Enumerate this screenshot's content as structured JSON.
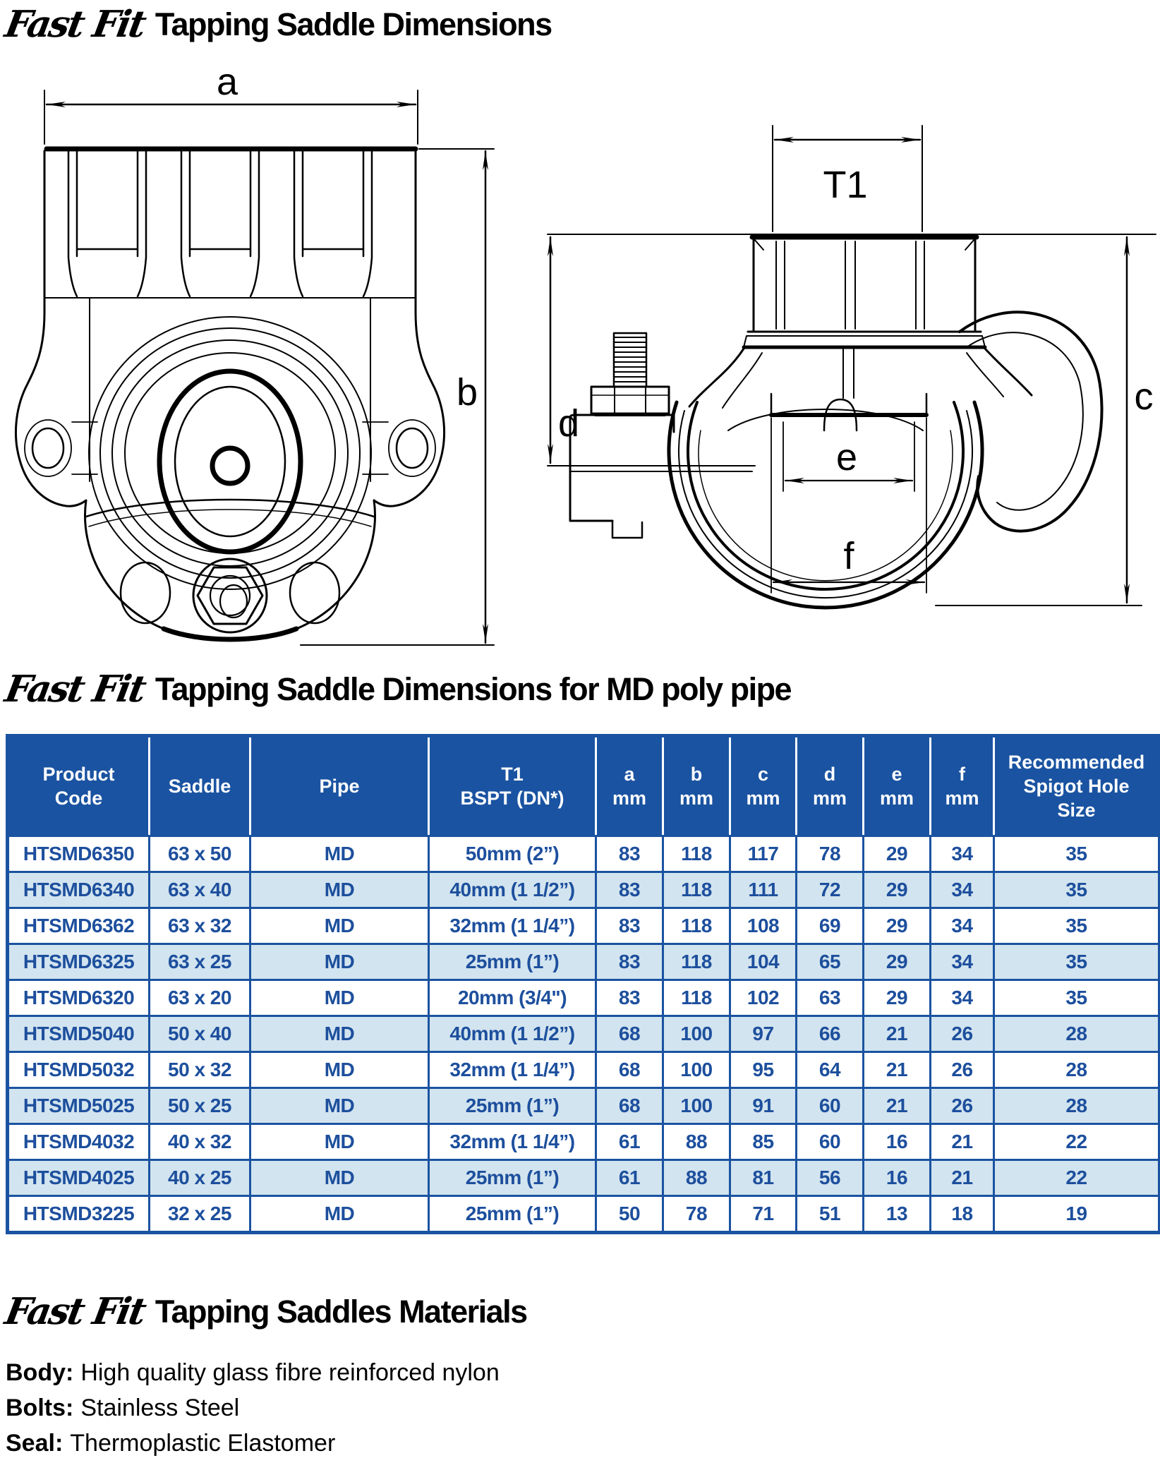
{
  "titles": {
    "main": {
      "brand": "Fast Fit",
      "text": "Tapping Saddle Dimensions"
    },
    "table_section": {
      "brand": "Fast Fit",
      "text": "Tapping Saddle Dimensions for MD poly pipe"
    },
    "materials_section": {
      "brand": "Fast Fit",
      "text": "Tapping Saddles Materials"
    }
  },
  "diagram": {
    "front_view": {
      "a": "a",
      "b": "b"
    },
    "side_view": {
      "T1": "T1",
      "c": "c",
      "d": "d",
      "e": "e",
      "f": "f"
    }
  },
  "table": {
    "headers": [
      "Product\nCode",
      "Saddle",
      "Pipe",
      "T1\nBSPT (DN*)",
      "a\nmm",
      "b\nmm",
      "c\nmm",
      "d\nmm",
      "e\nmm",
      "f\nmm",
      "Recommended\nSpigot Hole\nSize"
    ],
    "rows": [
      [
        "HTSMD6350",
        "63 x 50",
        "MD",
        "50mm (2”)",
        "83",
        "118",
        "117",
        "78",
        "29",
        "34",
        "35"
      ],
      [
        "HTSMD6340",
        "63 x 40",
        "MD",
        "40mm (1 1/2”)",
        "83",
        "118",
        "111",
        "72",
        "29",
        "34",
        "35"
      ],
      [
        "HTSMD6362",
        "63 x 32",
        "MD",
        "32mm (1 1/4”)",
        "83",
        "118",
        "108",
        "69",
        "29",
        "34",
        "35"
      ],
      [
        "HTSMD6325",
        "63 x 25",
        "MD",
        "25mm (1”)",
        "83",
        "118",
        "104",
        "65",
        "29",
        "34",
        "35"
      ],
      [
        "HTSMD6320",
        "63 x 20",
        "MD",
        "20mm (3/4\")",
        "83",
        "118",
        "102",
        "63",
        "29",
        "34",
        "35"
      ],
      [
        "HTSMD5040",
        "50 x 40",
        "MD",
        "40mm (1 1/2”)",
        "68",
        "100",
        "97",
        "66",
        "21",
        "26",
        "28"
      ],
      [
        "HTSMD5032",
        "50 x 32",
        "MD",
        "32mm (1 1/4”)",
        "68",
        "100",
        "95",
        "64",
        "21",
        "26",
        "28"
      ],
      [
        "HTSMD5025",
        "50 x 25",
        "MD",
        "25mm (1”)",
        "68",
        "100",
        "91",
        "60",
        "21",
        "26",
        "28"
      ],
      [
        "HTSMD4032",
        "40 x 32",
        "MD",
        "32mm (1 1/4”)",
        "61",
        "88",
        "85",
        "60",
        "16",
        "21",
        "22"
      ],
      [
        "HTSMD4025",
        "40 x 25",
        "MD",
        "25mm (1”)",
        "61",
        "88",
        "81",
        "56",
        "16",
        "21",
        "22"
      ],
      [
        "HTSMD3225",
        "32 x 25",
        "MD",
        "25mm (1”)",
        "50",
        "78",
        "71",
        "51",
        "13",
        "18",
        "19"
      ]
    ]
  },
  "materials": [
    {
      "label": "Body:",
      "value": "High quality glass fibre reinforced nylon"
    },
    {
      "label": "Bolts:",
      "value": "Stainless Steel"
    },
    {
      "label": "Seal:",
      "value": "Thermoplastic Elastomer"
    }
  ],
  "colors": {
    "table_header_bg": "#1a53a1",
    "table_border": "#1a53a1",
    "row_alt_bg": "#d2e4ef",
    "cell_text": "#1d4f9d",
    "line_art": "#000000"
  }
}
